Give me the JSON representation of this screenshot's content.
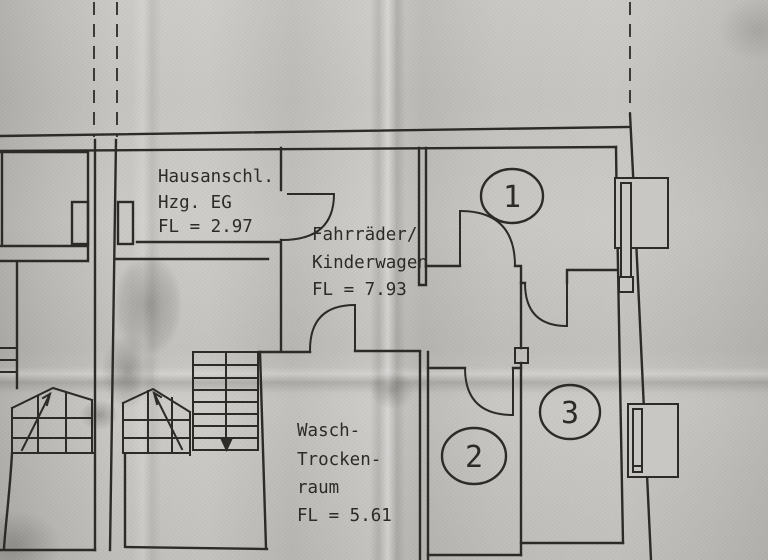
{
  "colors": {
    "paper": "#c7c5c1",
    "ink": "#2d2b28"
  },
  "labels": {
    "hausanschluss": [
      "Hausanschl.",
      "Hzg. EG",
      "FL = 2.97"
    ],
    "fahrraeder": [
      "Fahrräder/",
      "Kinderwagen",
      "FL = 7.93"
    ],
    "wasch": [
      "Wasch-",
      "Trocken-",
      "raum",
      "FL = 5.61"
    ]
  },
  "areas": {
    "hausanschluss": "2.97",
    "fahrraeder": "7.93",
    "wasch": "5.61"
  },
  "room_numbers": {
    "r1": "1",
    "r2": "2",
    "r3": "3"
  },
  "symbols": {
    "interior_stair_arrow": "down-arrow",
    "entry_stair_arrows": "up-arrows",
    "doors": "quarter-circle-swing",
    "windows": "double-line-window",
    "boundary": "dashed-section-line"
  }
}
